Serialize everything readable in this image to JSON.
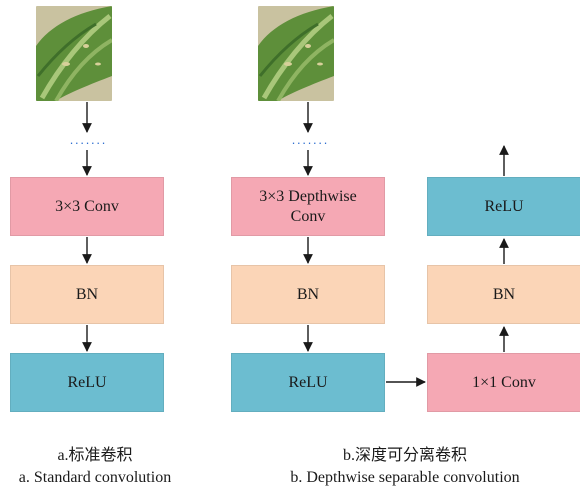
{
  "panel_a": {
    "conv_label": "3×3  Conv",
    "bn_label": "BN",
    "relu_label": "ReLU",
    "dots": "·······",
    "caption_cn": "a.标准卷积",
    "caption_en": "a. Standard convolution"
  },
  "panel_b": {
    "dw_conv_line1": "3×3 Depthwise",
    "dw_conv_line2": "Conv",
    "bn_label": "BN",
    "relu_label": "ReLU",
    "pw_conv_label": "1×1  Conv",
    "pw_bn_label": "BN",
    "pw_relu_label": "ReLU",
    "dots": "·······",
    "caption_cn": "b.深度可分离卷积",
    "caption_en": "b. Depthwise separable convolution"
  },
  "colors": {
    "conv": "#f5a8b4",
    "bn": "#fbd5b7",
    "relu": "#6cbdd0",
    "dots": "#2f6fd0"
  }
}
